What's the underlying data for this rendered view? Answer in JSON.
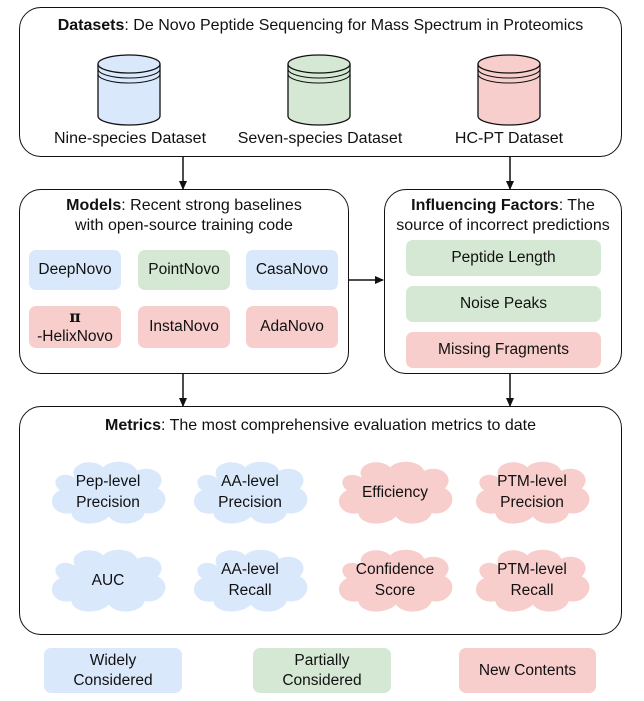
{
  "datasets": {
    "title_bold": "Datasets",
    "title_rest": ": De Novo Peptide Sequencing for Mass Spectrum in Proteomics",
    "items": [
      {
        "label": "Nine-species Dataset",
        "color": "#dae8fc"
      },
      {
        "label": "Seven-species Dataset",
        "color": "#d5e8d4"
      },
      {
        "label": "HC-PT Dataset",
        "color": "#f8cecc"
      }
    ]
  },
  "models": {
    "title_bold": "Models",
    "title_rest": ": Recent strong baselines",
    "title_line2": "with open-source training code",
    "items": [
      {
        "label": "DeepNovo"
      },
      {
        "label": "PointNovo"
      },
      {
        "label": "CasaNovo"
      },
      {
        "label_line1": "π",
        "label_line2": "-HelixNovo"
      },
      {
        "label": "InstaNovo"
      },
      {
        "label": "AdaNovo"
      }
    ]
  },
  "factors": {
    "title_bold": "Influencing Factors",
    "title_rest": ":  The",
    "title_line2": "source of incorrect predictions",
    "items": [
      {
        "label": "Peptide Length"
      },
      {
        "label": "Noise Peaks"
      },
      {
        "label": "Missing Fragments"
      }
    ]
  },
  "metrics": {
    "title_bold": "Metrics",
    "title_rest": ": The most comprehensive evaluation metrics to date",
    "items": [
      {
        "line1": "Pep-level",
        "line2": "Precision",
        "color": "#dae8fc"
      },
      {
        "line1": "AA-level",
        "line2": "Precision",
        "color": "#dae8fc"
      },
      {
        "line1": "Efficiency",
        "line2": "",
        "color": "#f8cecc"
      },
      {
        "line1": "PTM-level",
        "line2": "Precision",
        "color": "#f8cecc"
      },
      {
        "line1": "AUC",
        "line2": "",
        "color": "#dae8fc"
      },
      {
        "line1": "AA-level",
        "line2": "Recall",
        "color": "#dae8fc"
      },
      {
        "line1": "Confidence",
        "line2": "Score",
        "color": "#f8cecc"
      },
      {
        "line1": "PTM-level",
        "line2": "Recall",
        "color": "#f8cecc"
      }
    ]
  },
  "legend": {
    "items": [
      {
        "line1": "Widely",
        "line2": "Considered"
      },
      {
        "line1": "Partially",
        "line2": "Considered"
      },
      {
        "line1": "New Contents",
        "line2": ""
      }
    ]
  },
  "colors": {
    "widely": "#dae8fc",
    "partially": "#d5e8d4",
    "new": "#f8cecc",
    "stroke": "#111111"
  }
}
